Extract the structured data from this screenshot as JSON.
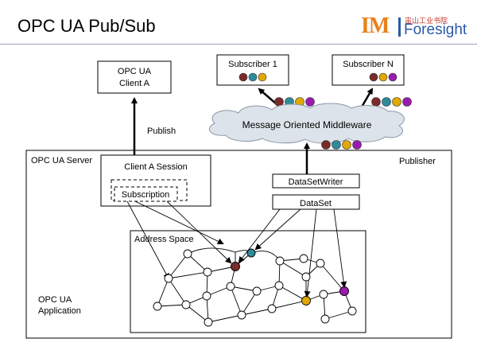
{
  "slide": {
    "title": "OPC UA Pub/Sub"
  },
  "logo": {
    "im": "IM",
    "cn": "宙山工业书院",
    "foresight": "Foresight"
  },
  "diagram": {
    "client_a": [
      "OPC UA",
      "Client A"
    ],
    "subscriber_1": "Subscriber 1",
    "subscriber_n": "Subscriber N",
    "publish_label": "Publish",
    "middleware": "Message Oriented Middleware",
    "server_label": "OPC UA Server",
    "publisher_label": "Publisher",
    "session_label": "Client A Session",
    "subscription_label": "Subscription",
    "datasetwriter_label": "DataSetWriter",
    "dataset_label": "DataSet",
    "address_space_label": "Address Space",
    "application_label": [
      "OPC UA",
      "Application"
    ],
    "colors": {
      "dark_red": "#7a2a2a",
      "teal": "#2e8b9a",
      "yellow": "#e0a800",
      "purple": "#9a1ab0",
      "node": "#ffffff",
      "cloud": "#dde3ea"
    }
  }
}
